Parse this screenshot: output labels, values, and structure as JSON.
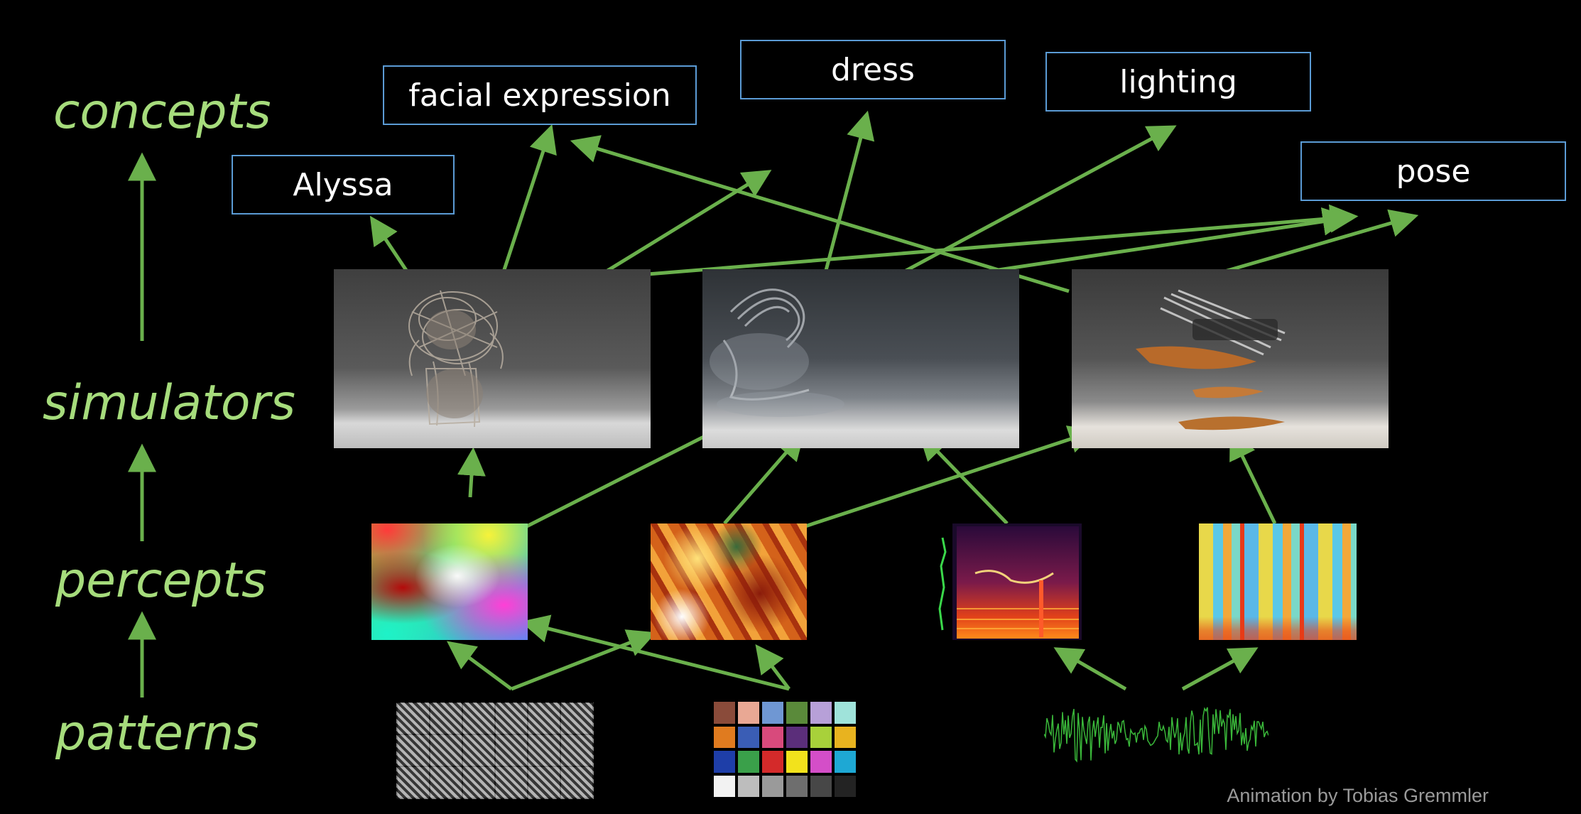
{
  "levels": {
    "concepts": "concepts",
    "simulators": "simulators",
    "percepts": "percepts",
    "patterns": "patterns"
  },
  "concept_labels": {
    "alyssa": "Alyssa",
    "facial_expression": "facial expression",
    "dress": "dress",
    "lighting": "lighting",
    "pose": "pose"
  },
  "credit": "Animation by Tobias Gremmler",
  "colors": {
    "background": "#000000",
    "level_text": "#a6dc7c",
    "arrow": "#6ab04c",
    "concept_border": "#5b9bd5"
  },
  "images": {
    "simulators": [
      "wireframe-figure-render",
      "smoke-feather-render",
      "floating-hands-render"
    ],
    "percepts": [
      "color-gradient-map",
      "orange-texture-collage",
      "spectrogram",
      "blue-yellow-spectrogram"
    ],
    "patterns": [
      "gabor-filter-grid",
      "color-checker-palette",
      "audio-waveform"
    ]
  },
  "color_palette": [
    "#8a4b3a",
    "#e9a894",
    "#6f97d3",
    "#5a8a3a",
    "#b7a0d8",
    "#9fe3da",
    "#e07b1f",
    "#3a5db5",
    "#d84a7c",
    "#5b2e7a",
    "#a8d13a",
    "#e8b31f",
    "#1e3ea8",
    "#3aa04a",
    "#d42a2a",
    "#f2e21c",
    "#d44ec8",
    "#1ea8d4",
    "#f2f2f2",
    "#bdbdbd",
    "#9a9a9a",
    "#6e6e6e",
    "#474747",
    "#232323"
  ]
}
